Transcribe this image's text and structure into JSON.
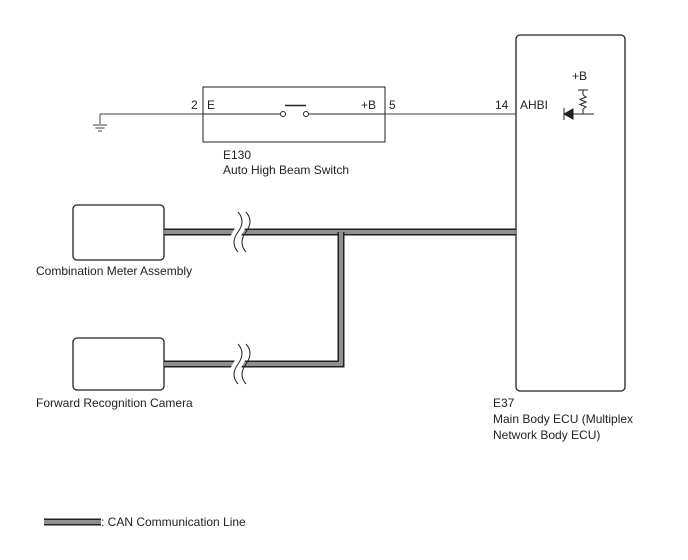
{
  "switch": {
    "code": "E130",
    "name": "Auto High Beam Switch",
    "pin_left_num": "2",
    "pin_left_name": "E",
    "pin_right_name": "+B",
    "pin_right_num": "5"
  },
  "ecu": {
    "code": "E37",
    "name_line1": "Main Body ECU (Multiplex",
    "name_line2": "Network Body ECU)",
    "pin_num": "14",
    "pin_name": "AHBI",
    "supply_label": "+B"
  },
  "meter": {
    "name": "Combination Meter Assembly"
  },
  "camera": {
    "name": "Forward Recognition Camera"
  },
  "legend": {
    "label": ": CAN Communication Line"
  }
}
